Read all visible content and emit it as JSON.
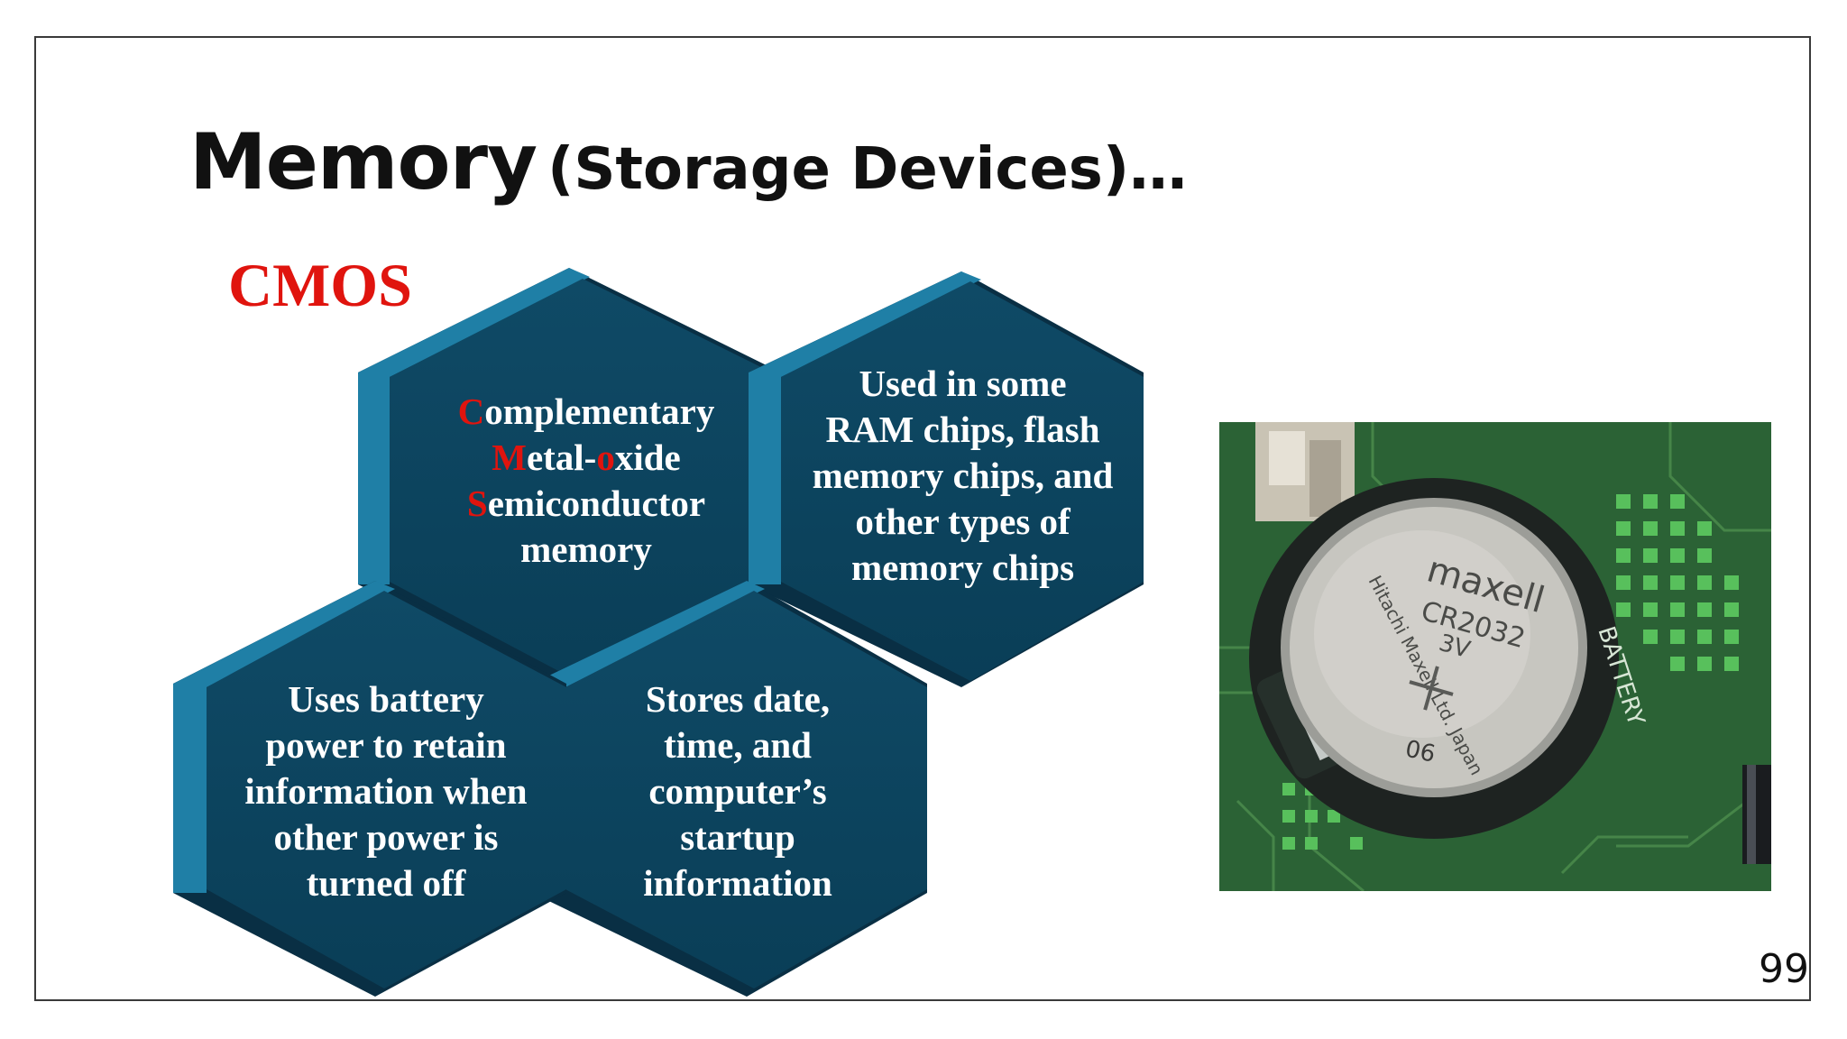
{
  "slide": {
    "title_main": "Memory",
    "title_sub": "(Storage Devices)…",
    "subtitle": "CMOS",
    "page_number": "99"
  },
  "hexagons": {
    "definition": {
      "lines": [
        {
          "initial": "C",
          "rest": "omplementary"
        },
        {
          "initial": "M",
          "mid": "etal-",
          "initial2": "o",
          "rest": "xide"
        },
        {
          "initial": "S",
          "rest": "emiconductor"
        },
        {
          "rest": "memory"
        }
      ]
    },
    "usage": {
      "lines": [
        "Used in some",
        "RAM chips, flash",
        "memory chips, and",
        "other types of",
        "memory chips"
      ]
    },
    "battery": {
      "lines": [
        "Uses battery",
        "power to retain",
        "information when",
        "other power is",
        "turned off"
      ]
    },
    "stores": {
      "lines": [
        "Stores date,",
        "time, and",
        "computer’s",
        "startup",
        "information"
      ]
    }
  },
  "photo": {
    "battery_brand": "maxell",
    "battery_model": "CR2032",
    "battery_voltage": "3V",
    "battery_maker": "Hitachi Maxell Ltd. Japan",
    "battery_code": "06",
    "board_label": "BATTERY"
  },
  "colors": {
    "hex_face": "#0d4560",
    "hex_edge_light": "#1f7fa6",
    "hex_edge_dark": "#092f44",
    "accent_red": "#e0140e",
    "pcb_green": "#2f6b3a"
  }
}
